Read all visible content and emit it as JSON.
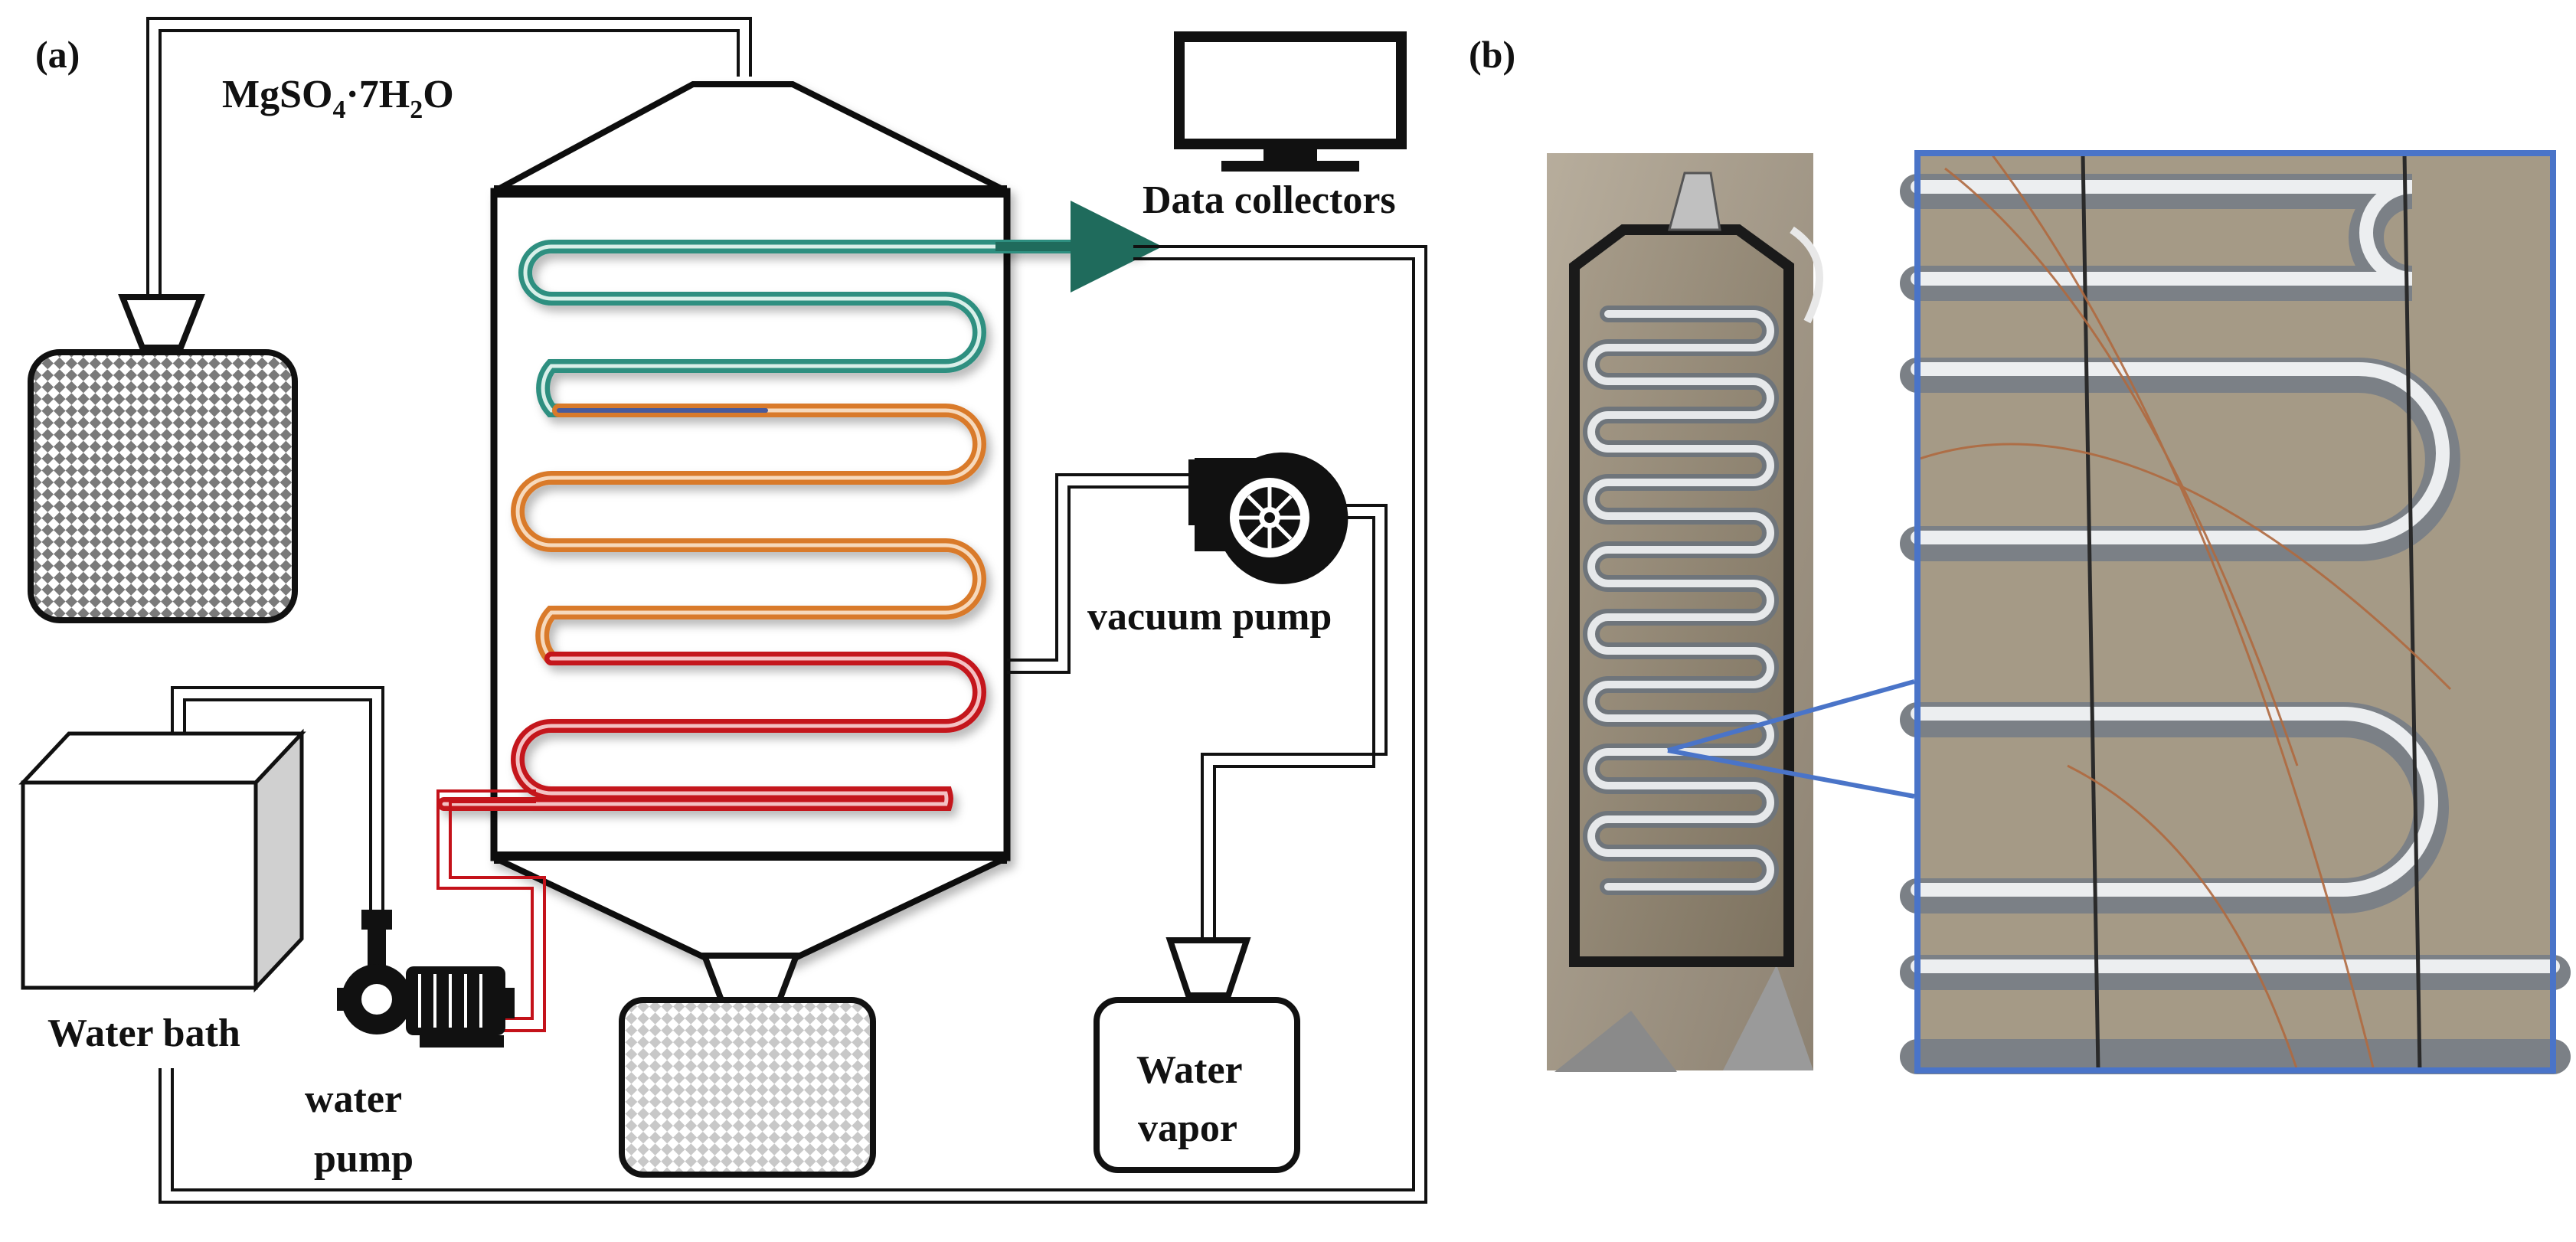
{
  "panels": {
    "a": "(a)",
    "b": "(b)"
  },
  "labels": {
    "salt_main": "MgSO",
    "salt_sub1": "4",
    "salt_mid": "·7H",
    "salt_sub2": "2",
    "salt_end": "O",
    "data_collectors": "Data collectors",
    "vacuum_pump": "vacuum pump",
    "water_bath": "Water bath",
    "water_pump_line1": "water",
    "water_pump_line2": "pump",
    "water_vapor_line1": "Water",
    "water_vapor_line2": "vapor"
  },
  "colors": {
    "coil_teal": "#2f8f80",
    "coil_orange": "#d97a2b",
    "coil_red": "#c4121a",
    "photo_frame": "#4a74c8",
    "outline": "#111111",
    "arrow": "#1f6b5c"
  }
}
